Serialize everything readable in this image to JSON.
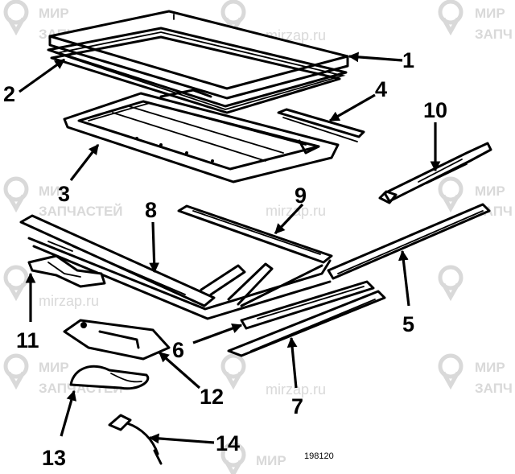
{
  "diagram": {
    "callouts": [
      "1",
      "2",
      "3",
      "4",
      "5",
      "6",
      "7",
      "8",
      "9",
      "10",
      "11",
      "12",
      "13",
      "14"
    ],
    "drawing_code": "198120"
  },
  "watermark": {
    "line1": "МИР",
    "line2": "ЗАПЧАСТЕЙ",
    "line2_short": "ЗАПЧ",
    "url": "mirzap.ru",
    "color": "#d9d9d9"
  }
}
